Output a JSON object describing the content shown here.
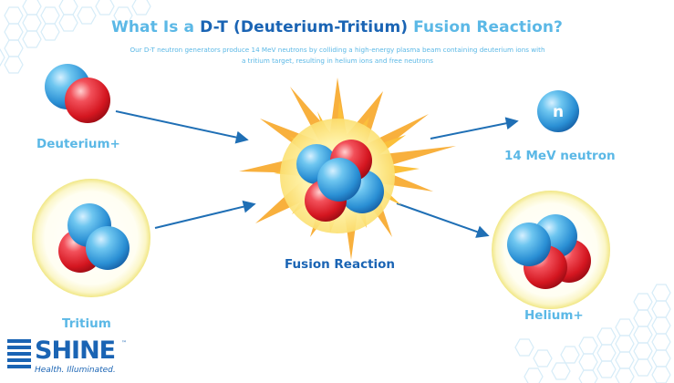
{
  "title": {
    "prefix": "What Is a ",
    "highlight": "D-T (Deuterium-Tritium)",
    "suffix": " Fusion Reaction?"
  },
  "subtitle": "Our D-T neutron generators produce 14 MeV neutrons by colliding a high-energy plasma beam containing deuterium ions with a tritium target, resulting in helium ions and free neutrons",
  "labels": {
    "deuterium": "Deuterium+",
    "tritium": "Tritium",
    "fusion": "Fusion Reaction",
    "neutron": "14 MeV neutron",
    "helium": "Helium+",
    "neutron_symbol": "n"
  },
  "logo": {
    "name": "SHINE",
    "tagline": "Health. Illuminated.",
    "trademark": "™"
  },
  "colors": {
    "proton": "#e0202c",
    "neutron": "#3aa2de",
    "title_dark": "#1a64b4",
    "title_light": "#5bb8e6",
    "arrow": "#1f6fb5",
    "burst": "#f7a21b",
    "halo": "#f4e98a"
  }
}
